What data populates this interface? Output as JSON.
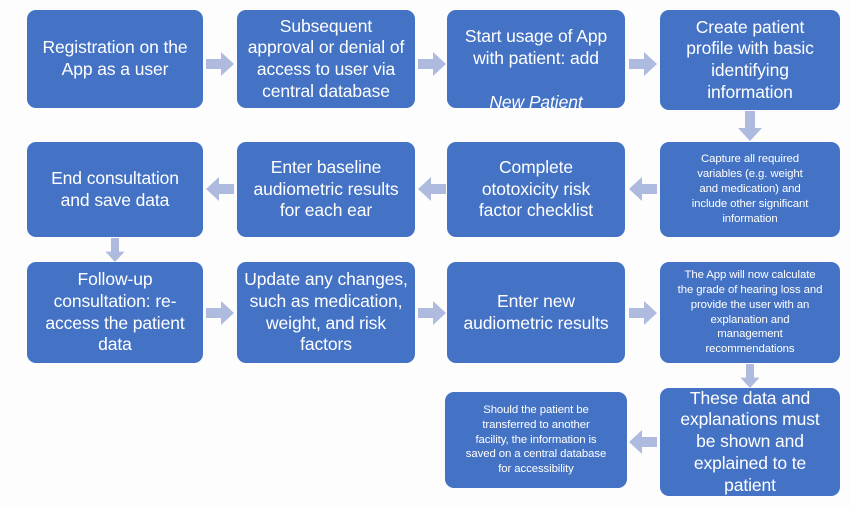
{
  "diagram": {
    "title": "App usage workflow flowchart",
    "colors": {
      "node_fill": "#4472C4",
      "node_text": "#FFFFFF",
      "arrow_fill": "#AEBBDE",
      "background": "#FDFDFD"
    },
    "nodes": [
      {
        "id": "n1",
        "text": "Registration on the\nApp as a user",
        "size": "big"
      },
      {
        "id": "n2",
        "text": "Subsequent\napproval or denial of\naccess to user via\ncentral database",
        "size": "big"
      },
      {
        "id": "n3",
        "text": "Start usage of App\nwith patient: add",
        "italic_text": "New Patient",
        "size": "big"
      },
      {
        "id": "n4",
        "text": "Create patient\nprofile with basic\nidentifying\ninformation",
        "size": "big"
      },
      {
        "id": "n5",
        "text": "Capture all required\nvariables (e.g. weight\nand medication) and\ninclude other significant\ninformation",
        "size": "small"
      },
      {
        "id": "n6",
        "text": "Complete\nototoxicity risk\nfactor checklist",
        "size": "big"
      },
      {
        "id": "n7",
        "text": "Enter baseline\naudiometric results\nfor each ear",
        "size": "big"
      },
      {
        "id": "n8",
        "text": "End consultation\nand save data",
        "size": "big"
      },
      {
        "id": "n9",
        "text": "Follow-up\nconsultation: re-\naccess the patient\ndata",
        "size": "big"
      },
      {
        "id": "n10",
        "text": "Update any changes,\nsuch as medication,\nweight, and risk\nfactors",
        "size": "big"
      },
      {
        "id": "n11",
        "text": "Enter new\naudiometric results",
        "size": "big"
      },
      {
        "id": "n12",
        "text": "The App will now calculate\nthe grade of hearing loss and\nprovide the user with an\nexplanation and\nmanagement\nrecommendations",
        "size": "small"
      },
      {
        "id": "n13",
        "text": "These data and\nexplanations must\nbe shown and\nexplained to te\npatient",
        "size": "big"
      },
      {
        "id": "n14",
        "text": "Should  the patient be\ntransferred to another\nfacility, the information  is\nsaved on a central database\nfor  accessibility",
        "size": "small"
      }
    ],
    "arrows": [
      {
        "id": "a1",
        "from": "n1",
        "to": "n2",
        "direction": "right"
      },
      {
        "id": "a2",
        "from": "n2",
        "to": "n3",
        "direction": "right"
      },
      {
        "id": "a3",
        "from": "n3",
        "to": "n4",
        "direction": "right"
      },
      {
        "id": "a4",
        "from": "n4",
        "to": "n5",
        "direction": "down"
      },
      {
        "id": "a5",
        "from": "n5",
        "to": "n6",
        "direction": "left"
      },
      {
        "id": "a6",
        "from": "n6",
        "to": "n7",
        "direction": "left"
      },
      {
        "id": "a7",
        "from": "n7",
        "to": "n8",
        "direction": "left"
      },
      {
        "id": "a8",
        "from": "n8",
        "to": "n9",
        "direction": "down"
      },
      {
        "id": "a9",
        "from": "n9",
        "to": "n10",
        "direction": "right"
      },
      {
        "id": "a10",
        "from": "n10",
        "to": "n11",
        "direction": "right"
      },
      {
        "id": "a11",
        "from": "n11",
        "to": "n12",
        "direction": "right"
      },
      {
        "id": "a12",
        "from": "n12",
        "to": "n13",
        "direction": "down"
      },
      {
        "id": "a13",
        "from": "n13",
        "to": "n14",
        "direction": "left"
      }
    ]
  }
}
